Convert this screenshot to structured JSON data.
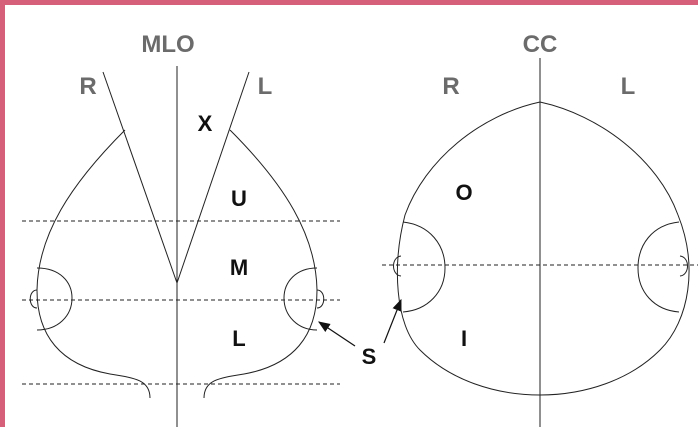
{
  "mlo": {
    "title": "MLO",
    "side_left": "R",
    "side_right": "L",
    "region_x": "X",
    "region_u": "U",
    "region_m": "M",
    "region_l": "L"
  },
  "cc": {
    "title": "CC",
    "side_left": "R",
    "side_right": "L",
    "region_o": "O",
    "region_i": "I"
  },
  "shared": {
    "s_label": "S"
  },
  "colors": {
    "frame": "#d6607a",
    "heading_gray": "#6b6b6b",
    "ink": "#111111"
  }
}
